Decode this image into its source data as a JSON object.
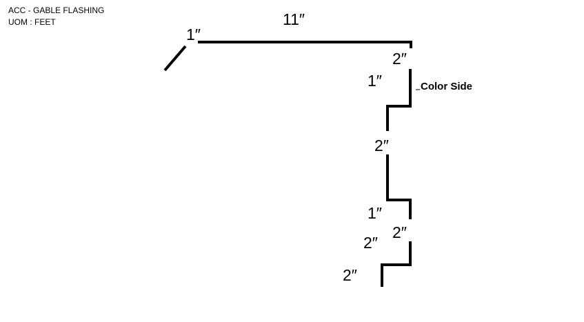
{
  "header": {
    "title": "ACC - GABLE FLASHING",
    "uom": "UOM : FEET"
  },
  "diagram": {
    "dimensions": [
      {
        "id": "top-11",
        "label": "11″"
      },
      {
        "id": "hem-1",
        "label": "1″"
      },
      {
        "id": "drop-2-top",
        "label": "2″"
      },
      {
        "id": "step-1-upper",
        "label": "1″"
      },
      {
        "id": "drop-2-mid",
        "label": "2″"
      },
      {
        "id": "step-1-lower",
        "label": "1″"
      },
      {
        "id": "drop-2-right",
        "label": "2″"
      },
      {
        "id": "drop-2-left",
        "label": "2″"
      },
      {
        "id": "foot-2",
        "label": "2″"
      }
    ],
    "color_side_label": "Color Side",
    "line_color": "#000000"
  }
}
